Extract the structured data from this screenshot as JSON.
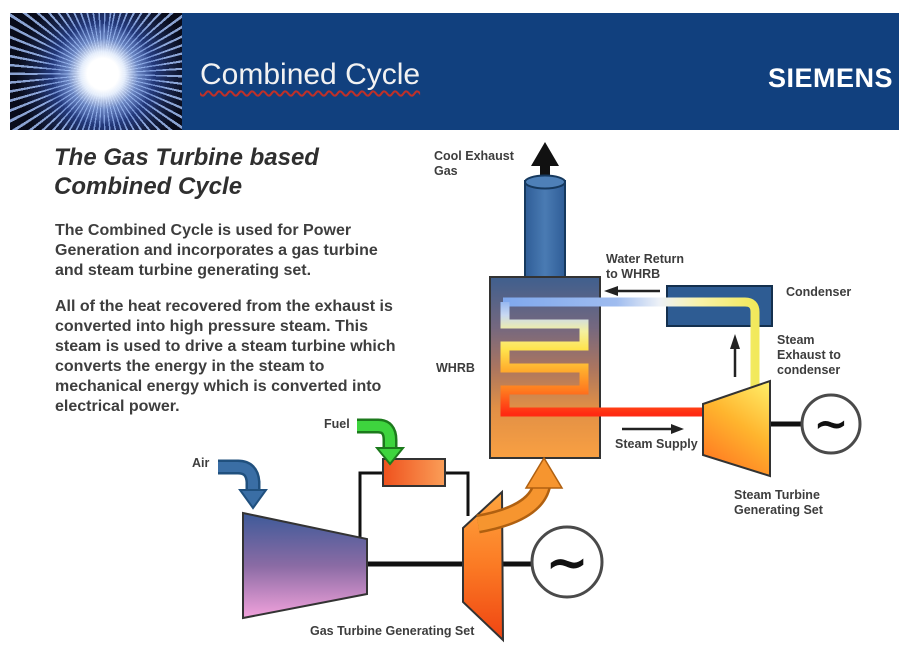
{
  "header": {
    "title": "Combined Cycle",
    "brand": "SIEMENS"
  },
  "body": {
    "heading": "The Gas Turbine based\nCombined Cycle",
    "paragraph1": "The Combined Cycle is used for Power\nGeneration and incorporates a gas turbine\nand steam turbine generating set.",
    "paragraph2": "All of the heat recovered from the exhaust is\nconverted into high pressure steam. This\nsteam is used to drive a steam turbine which\nconverts the energy in the steam to\nmechanical energy which is converted into\nelectrical power."
  },
  "diagram": {
    "labels": {
      "cool_exhaust_gas": "Cool Exhaust\nGas",
      "water_return": "Water Return\nto WHRB",
      "condenser": "Condenser",
      "steam_exhaust": "Steam\nExhaust to\ncondenser",
      "whrb": "WHRB",
      "steam_supply": "Steam Supply",
      "steam_turbine_set": "Steam Turbine\nGenerating Set",
      "fuel": "Fuel",
      "air": "Air",
      "gas_turbine_set": "Gas Turbine Generating Set",
      "generator_symbol": "~"
    },
    "colors": {
      "header_navy": "#11407E",
      "vessel_blue": "#2E5C93",
      "pipe_cold_blue": "#7FA8EE",
      "pipe_steam_yellow": "#F2E95C",
      "pipe_hot_red": "#FF2A12",
      "turbine_yellow": "#FFF06A",
      "turbine_orange": "#F6952F",
      "gas_turbine_red_orange": "#EF4412",
      "compressor_blue": "#3D5A99",
      "compressor_pink": "#F2A2DC",
      "fuel_green": "#3ED43E",
      "air_blue": "#3A6EA5"
    }
  }
}
